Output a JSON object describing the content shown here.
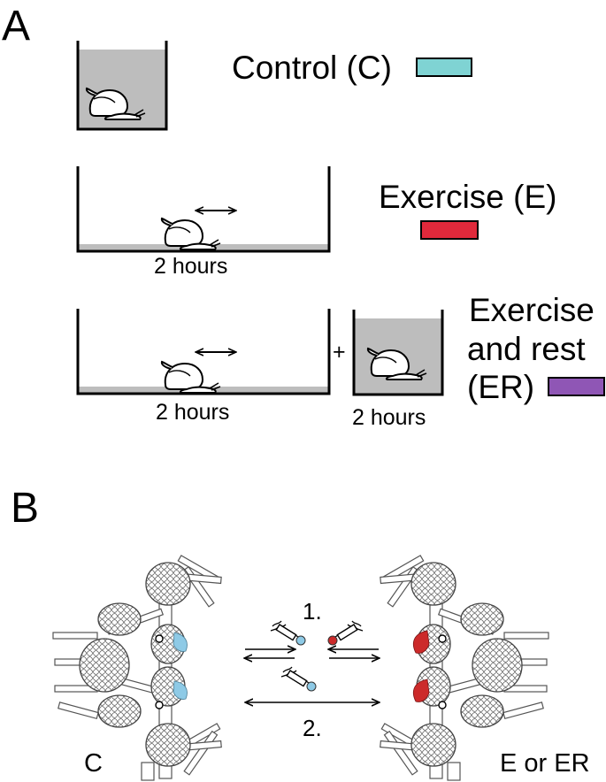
{
  "panel_a": {
    "letter": "A",
    "control_label": "Control (C)",
    "exercise_label": "Exercise (E)",
    "er_label_line1": "Exercise",
    "er_label_line2": "and rest",
    "er_label_line3": "(ER)",
    "duration_exercise": "2 hours",
    "duration_er_exercise": "2 hours",
    "duration_er_rest": "2 hours",
    "plus": "+"
  },
  "panel_b": {
    "letter": "B",
    "step1": "1.",
    "step2": "2.",
    "left_label": "C",
    "right_label": "E or ER"
  },
  "colors": {
    "control": "#7fd3d3",
    "exercise": "#e0293b",
    "er": "#8f56b5",
    "water": "#bdbdbd",
    "neuron_blue": "#8ecae6",
    "neuron_red": "#cc2a2a"
  }
}
